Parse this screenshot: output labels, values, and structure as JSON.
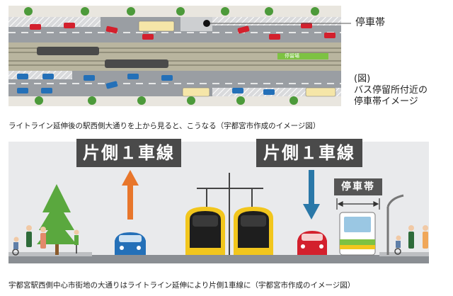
{
  "top_diagram": {
    "stop_callout_label": "停車帯",
    "platform_label": "停留場",
    "note_lines": [
      "(図)",
      "バス停留所付近の",
      "停車帯イメージ"
    ],
    "caption": "ライトライン延伸後の駅西側大通りを上から見ると、こうなる（宇都宮市作成のイメージ図）"
  },
  "bottom_diagram": {
    "left_sign": "片側１車線",
    "right_sign": "片側１車線",
    "stop_zone_label": "停車帯",
    "caption": "宇都宮駅西側中心市街地の大通りはライトライン延伸により片側1車線に（宇都宮市作成のイメージ図）"
  },
  "colors": {
    "up_arrow": "#e8762b",
    "down_arrow": "#2a78a8",
    "tram_yellow": "#f2c61d",
    "platform_green": "#7dc242",
    "road_gray": "#8a8e93"
  }
}
